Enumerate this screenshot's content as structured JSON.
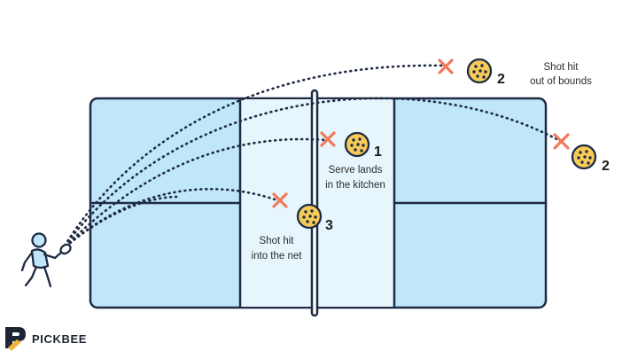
{
  "annotations": {
    "serve_kitchen": [
      "Serve lands",
      "in the kitchen"
    ],
    "into_net": [
      "Shot hit",
      "into the net"
    ],
    "out_of_bounds": [
      "Shot hit",
      "out of bounds"
    ]
  },
  "markers": {
    "serve_kitchen": "1",
    "out_top": "2",
    "out_right": "2",
    "into_net": "3"
  },
  "brand": {
    "name": "PICKBEE"
  },
  "colors": {
    "court": "#bfe7f7",
    "kitchen": "#e6f6fc",
    "line": "#1f2a44",
    "path": "#1f2a44",
    "x_mark": "#f07a5a",
    "ball": "#f6cb57"
  },
  "icons": [
    "player-icon",
    "pickleball-icon",
    "miss-x-icon",
    "pickbee-logo-icon"
  ]
}
